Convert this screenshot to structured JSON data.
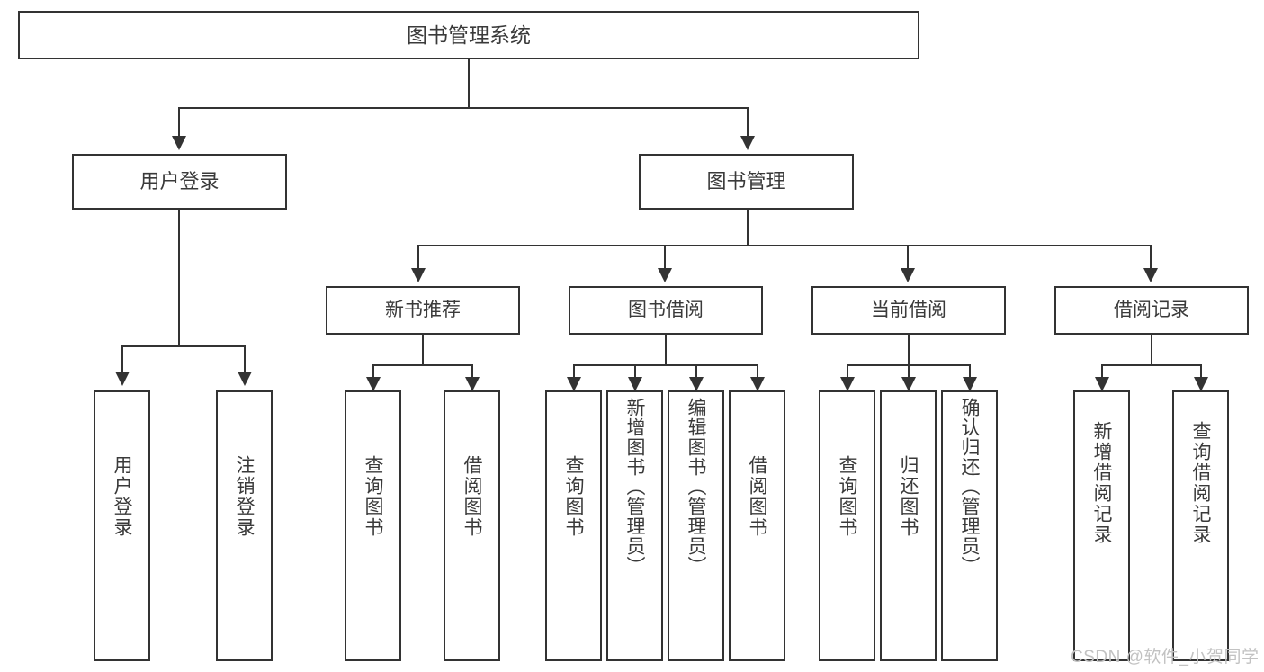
{
  "diagram": {
    "type": "tree-hierarchy",
    "title": "图书管理系统",
    "root": {
      "id": "root",
      "label": "图书管理系统"
    },
    "level1": [
      {
        "id": "user-login",
        "label": "用户登录"
      },
      {
        "id": "book-management",
        "label": "图书管理"
      }
    ],
    "level2": [
      {
        "id": "new-book-recommend",
        "label": "新书推荐",
        "parent": "book-management"
      },
      {
        "id": "book-borrow",
        "label": "图书借阅",
        "parent": "book-management"
      },
      {
        "id": "current-borrow",
        "label": "当前借阅",
        "parent": "book-management"
      },
      {
        "id": "borrow-record",
        "label": "借阅记录",
        "parent": "book-management"
      }
    ],
    "leaves": {
      "user_login": [
        {
          "id": "leaf-user-login",
          "label": "用户登录"
        },
        {
          "id": "leaf-logout-login",
          "label": "注销登录"
        }
      ],
      "new_book_recommend": [
        {
          "id": "leaf-query-book-1",
          "label": "查询图书"
        },
        {
          "id": "leaf-borrow-book-1",
          "label": "借阅图书"
        }
      ],
      "book_borrow": [
        {
          "id": "leaf-query-book-2",
          "label": "查询图书"
        },
        {
          "id": "leaf-add-book",
          "label": "新增图书（管理员）"
        },
        {
          "id": "leaf-edit-book",
          "label": "编辑图书（管理员）"
        },
        {
          "id": "leaf-borrow-book-2",
          "label": "借阅图书"
        }
      ],
      "current_borrow": [
        {
          "id": "leaf-query-book-3",
          "label": "查询图书"
        },
        {
          "id": "leaf-return-book",
          "label": "归还图书"
        },
        {
          "id": "leaf-confirm-return",
          "label": "确认归还（管理员）"
        }
      ],
      "borrow_record": [
        {
          "id": "leaf-add-record",
          "label": "新增借阅记录"
        },
        {
          "id": "leaf-query-record",
          "label": "查询借阅记录"
        }
      ]
    }
  },
  "watermark": {
    "text": "CSDN @软件_小贺同学"
  },
  "colors": {
    "background": "#ffffff",
    "box_fill": "#ffffff",
    "box_border": "#333333",
    "text": "#3a3a3a",
    "connector": "#333333",
    "watermark": "#c2c2c2"
  }
}
